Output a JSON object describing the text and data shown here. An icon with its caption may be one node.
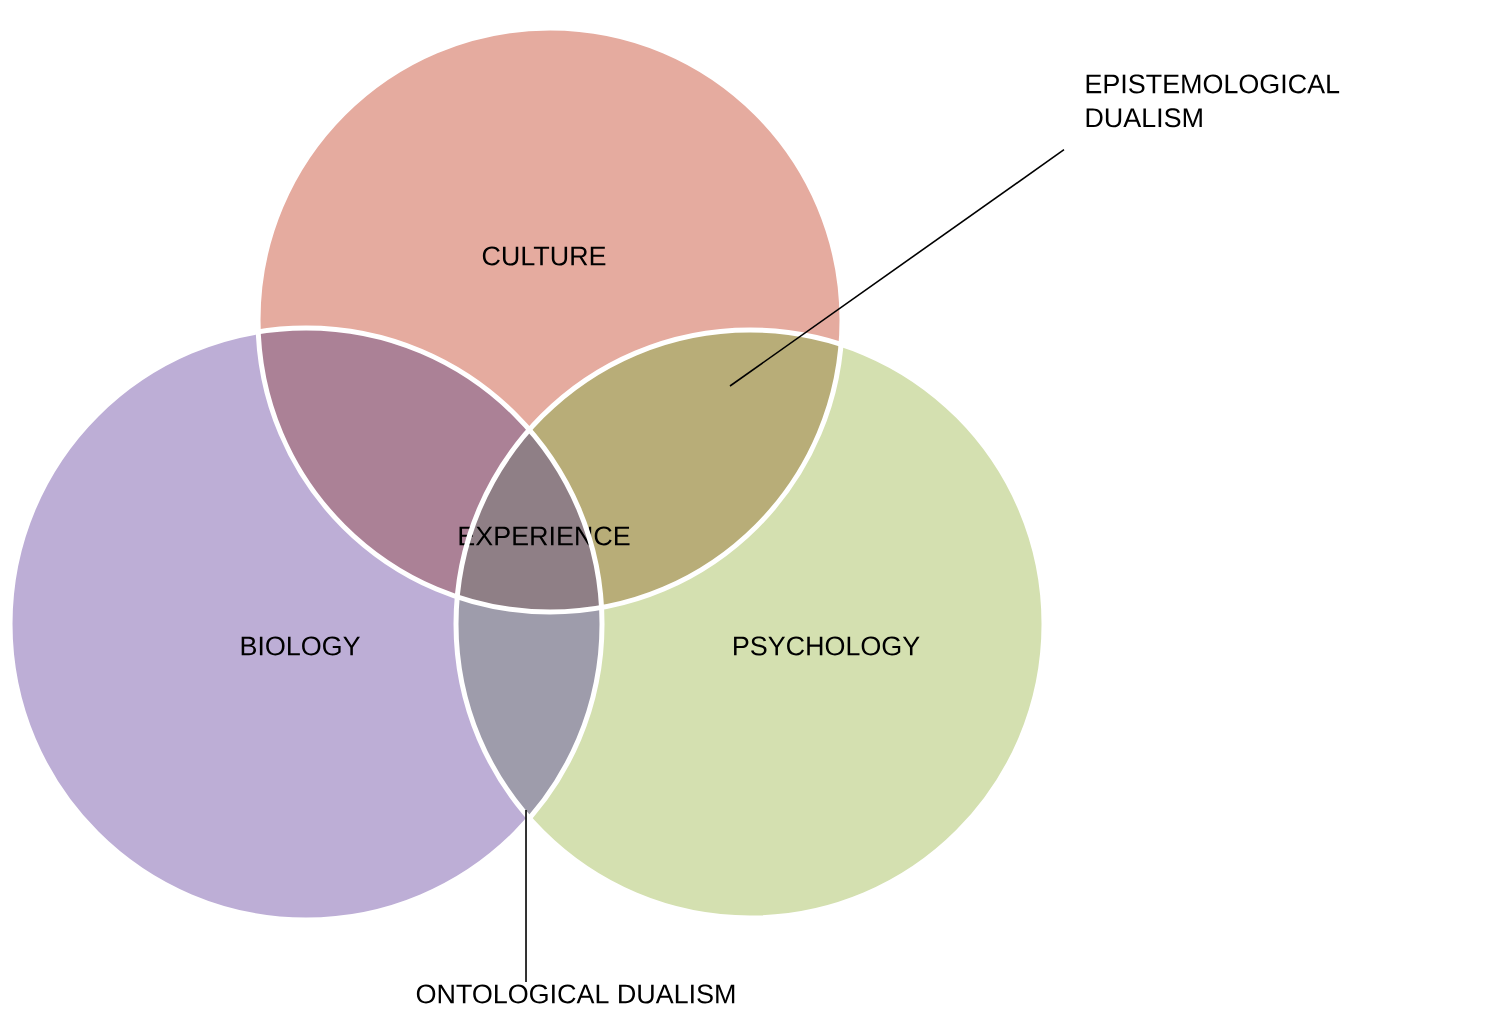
{
  "diagram": {
    "nodes": [
      {
        "text": [
          "CULTURE"
        ]
      },
      {
        "text": [
          "BIOLOGY"
        ]
      },
      {
        "text": [
          "PSYCHOLOGY"
        ]
      },
      {
        "text": [
          "EPISTEMOLOGICAL DUALISM"
        ]
      },
      {
        "text": [
          "ONTOLOGICAL DUALISM"
        ]
      },
      {
        "text": [],
        "shape": "lens"
      },
      {
        "text": [],
        "shape": "lens"
      },
      {
        "text": [],
        "shape": "lens"
      },
      {
        "text": [
          "EXPERIENCE"
        ]
      }
    ],
    "edges": [
      {
        "from": 3,
        "to": 6,
        "arrow": "none"
      },
      {
        "from": 4,
        "to": 7,
        "arrow": "none"
      }
    ]
  }
}
